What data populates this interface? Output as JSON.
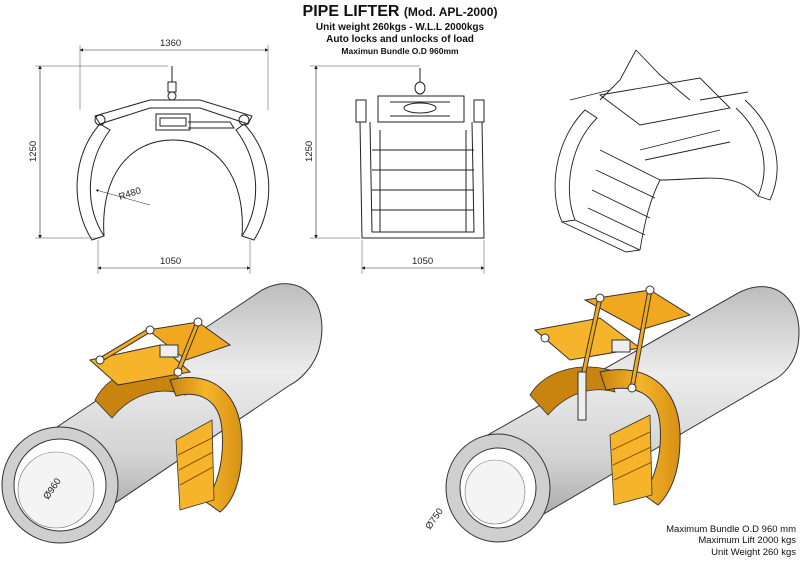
{
  "header": {
    "title": "PIPE LIFTER",
    "model": "(Mod. APL-2000)",
    "line1": "Unit weight 260kgs - W.L.L 2000kgs",
    "line2": "Auto locks and unlocks of load",
    "line3": "Maximun Bundle O.D 960mm"
  },
  "front_view": {
    "width_top": "1360",
    "height": "1250",
    "radius": "R480",
    "width_bottom": "1050"
  },
  "side_view": {
    "height": "1250",
    "width_bottom": "1050"
  },
  "render_left": {
    "pipe_diameter": "Ø960"
  },
  "render_right": {
    "pipe_diameter": "Ø750"
  },
  "specs": {
    "line1": "Maximum Bundle O.D 960 mm",
    "line2": "Maximum Lift 2000 kgs",
    "line3": "Unit Weight 260 kgs"
  },
  "colors": {
    "frame": "#f2a81e",
    "frame_dark": "#b97408",
    "pipe": "#d6d6d6",
    "pipe_dark": "#9a9a9a",
    "line": "#222222"
  }
}
